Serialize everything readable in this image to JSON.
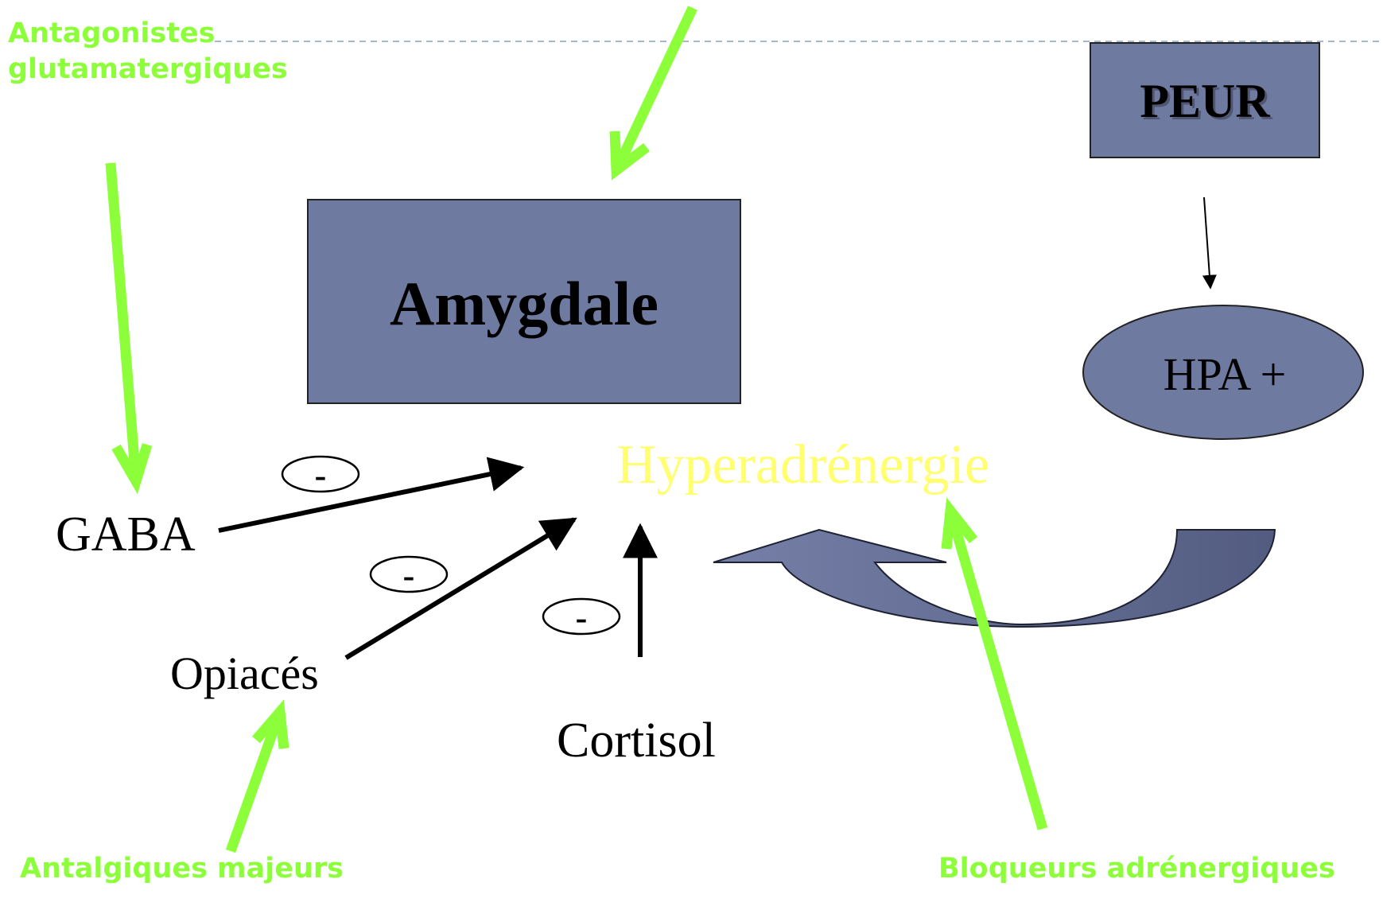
{
  "colors": {
    "green": "#8cff3a",
    "box_fill": "#6f7aa0",
    "curved_arrow_light": "#7680a8",
    "curved_arrow_dark": "#535c80",
    "highlight_text": "#ffff70",
    "dashed_line": "#8aa2c4"
  },
  "labels": {
    "antagonistes": "Antagonistes",
    "glutamatergiques": "glutamatergiques",
    "antalgiques": "Antalgiques majeurs",
    "bloqueurs": "Bloqueurs adrénergiques"
  },
  "nodes": {
    "amygdale": "Amygdale",
    "peur": "PEUR",
    "hpa": "HPA +",
    "hyperadrenergie": "Hyperadrénergie",
    "gaba": "GABA",
    "opiaces": "Opiacés",
    "cortisol": "Cortisol"
  },
  "badges": {
    "gaba_sign": "-",
    "opiaces_sign": "-",
    "cortisol_sign": "-"
  }
}
